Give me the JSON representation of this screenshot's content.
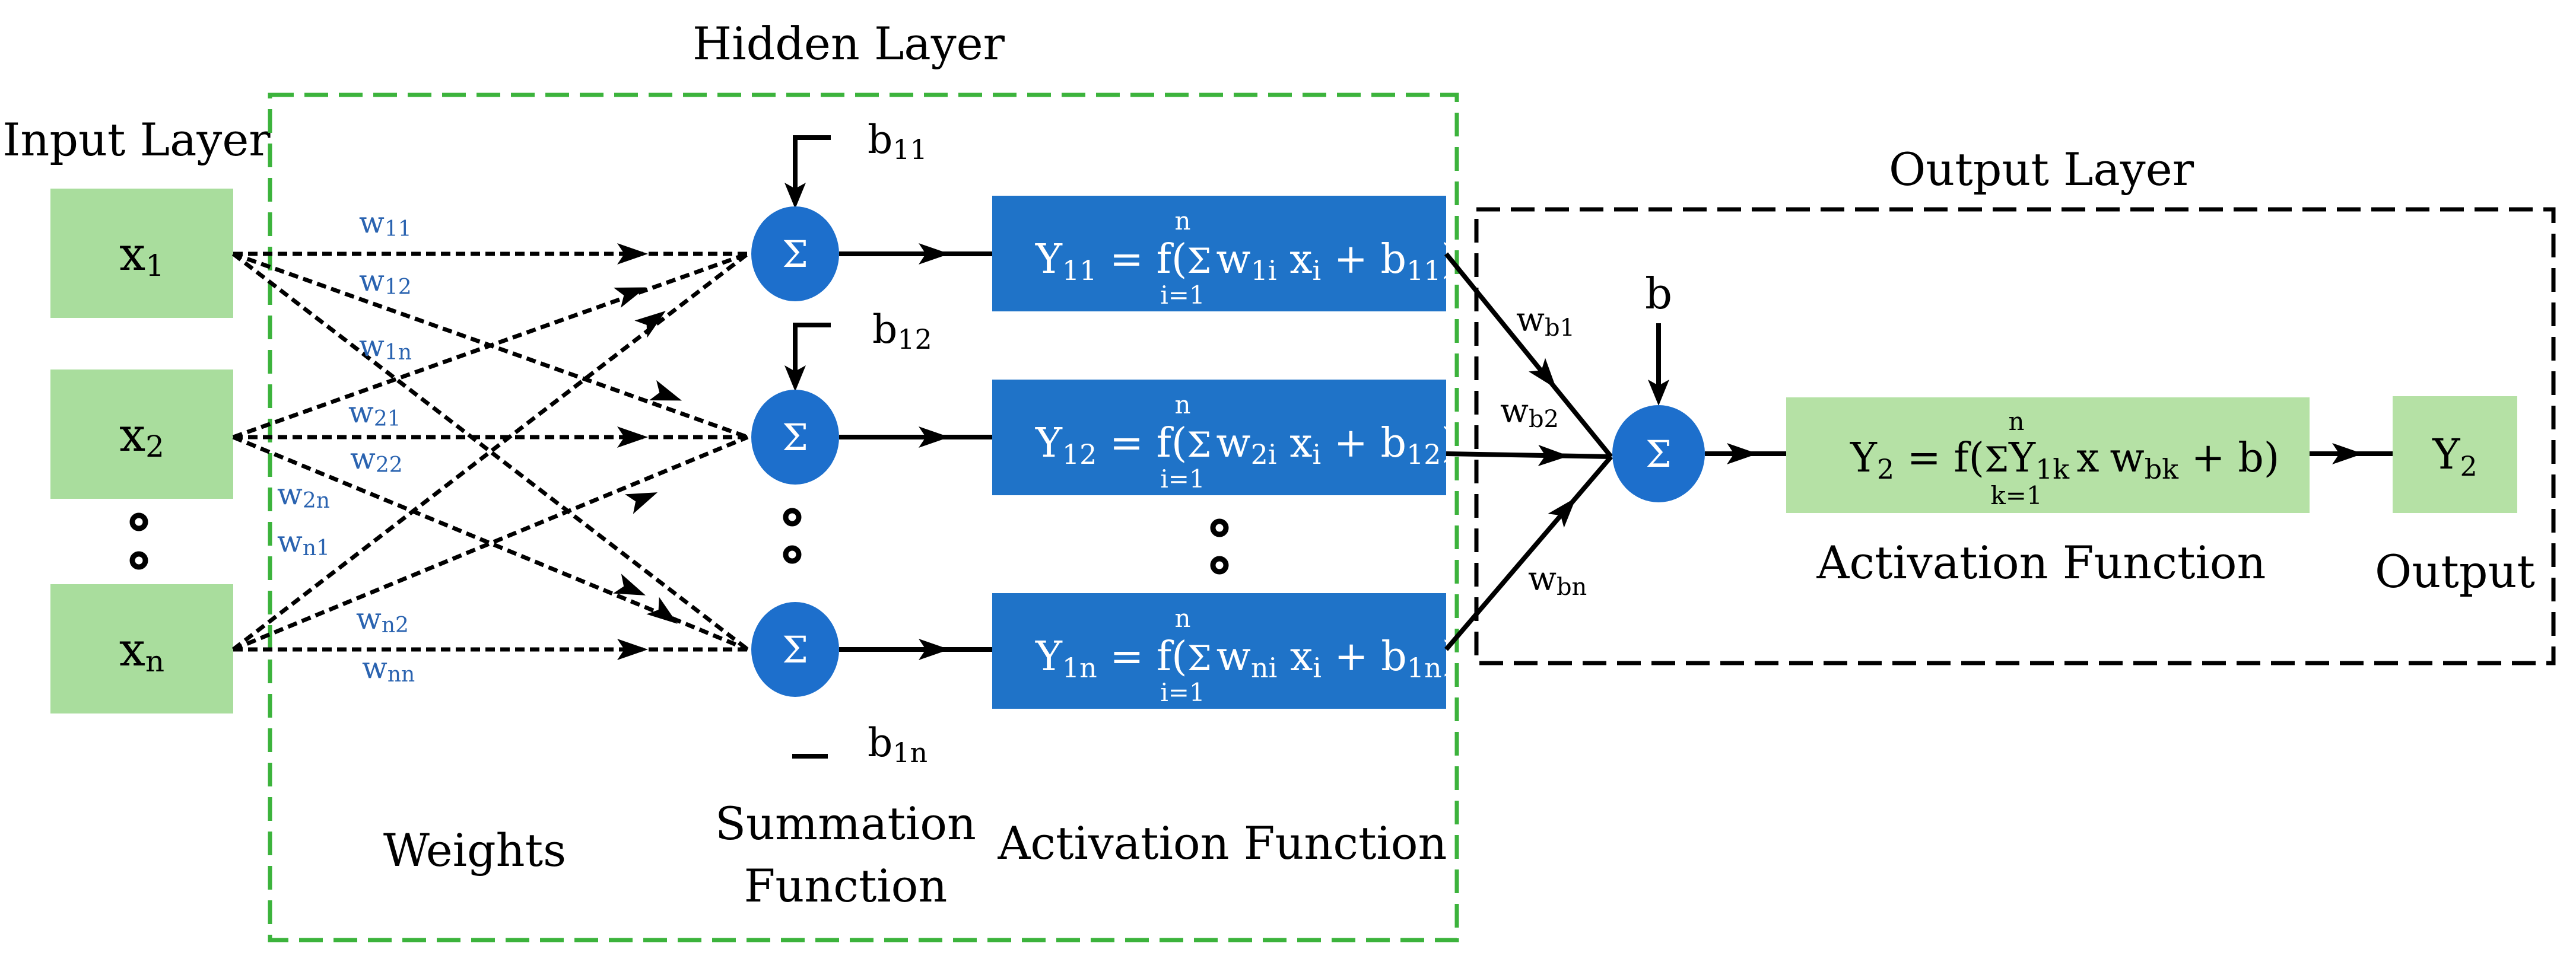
{
  "titles": {
    "hidden_layer": "Hidden Layer",
    "input_layer": "Input Layer",
    "output_layer": "Output Layer"
  },
  "inputs": [
    {
      "base": "x",
      "sub": "1"
    },
    {
      "base": "x",
      "sub": "2"
    },
    {
      "base": "x",
      "sub": "n"
    }
  ],
  "weights": [
    {
      "base": "w",
      "sub": "11"
    },
    {
      "base": "w",
      "sub": "12"
    },
    {
      "base": "w",
      "sub": "1n"
    },
    {
      "base": "w",
      "sub": "21"
    },
    {
      "base": "w",
      "sub": "22"
    },
    {
      "base": "w",
      "sub": "2n"
    },
    {
      "base": "w",
      "sub": "n1"
    },
    {
      "base": "w",
      "sub": "n2"
    },
    {
      "base": "w",
      "sub": "nn"
    }
  ],
  "hidden_biases": [
    {
      "base": "b",
      "sub": "11"
    },
    {
      "base": "b",
      "sub": "12"
    },
    {
      "base": "b",
      "sub": "1n"
    }
  ],
  "sigma_symbol": "Σ",
  "hidden_activations": [
    {
      "y_sub": "11",
      "w_sub": "1i",
      "b_sub": "11"
    },
    {
      "y_sub": "12",
      "w_sub": "2i",
      "b_sub": "12"
    },
    {
      "y_sub": "1n",
      "w_sub": "ni",
      "b_sub": "1n"
    }
  ],
  "formula_parts": {
    "sum_top": "n",
    "sum_bottom_hidden": "i=1",
    "sum_bottom_output": "k=1",
    "x_base": "x",
    "x_sub": "i"
  },
  "output_weights": [
    {
      "base": "w",
      "sub": "b1"
    },
    {
      "base": "w",
      "sub": "b2"
    },
    {
      "base": "w",
      "sub": "bn"
    }
  ],
  "output_bias": "b",
  "output_activation": {
    "y_base": "Y",
    "y_sub": "2",
    "term_y_sub": "1k",
    "times": "x",
    "w_sub": "bk",
    "plus_b": "b"
  },
  "output_node": {
    "base": "Y",
    "sub": "2"
  },
  "captions": {
    "weights": "Weights",
    "summation_line1": "Summation",
    "summation_line2": "Function",
    "activation_hidden": "Activation Function",
    "activation_output": "Activation Function",
    "output": "Output"
  },
  "colors": {
    "input_box": "#a9dd9d",
    "blue_node": "#1d6fcc",
    "formula_box": "#1f73c8",
    "output_box": "#b5e1a5",
    "hidden_border": "#3cb33c",
    "weight_label": "#2a63b0",
    "line": "#000000"
  }
}
